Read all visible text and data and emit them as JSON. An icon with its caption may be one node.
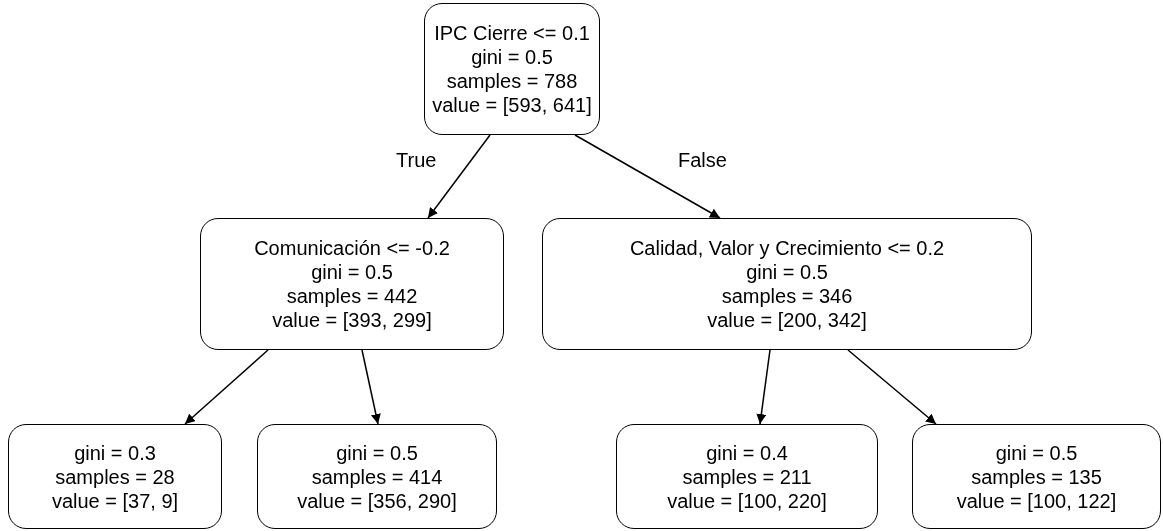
{
  "diagram": {
    "nodes": [
      {
        "text": [
          "IPC Cierre <= 0.1",
          "gini = 0.5",
          "samples = 788",
          "value = [593, 641]"
        ]
      },
      {
        "text": [
          "Comunicación <= -0.2",
          "gini = 0.5",
          "samples = 442",
          "value = [393, 299]"
        ]
      },
      {
        "text": [
          "Calidad, Valor y Crecimiento <= 0.2",
          "gini = 0.5",
          "samples = 346",
          "value = [200, 342]"
        ]
      },
      {
        "text": [
          "gini = 0.3",
          "samples = 28",
          "value = [37, 9]"
        ]
      },
      {
        "text": [
          "gini = 0.5",
          "samples = 414",
          "value = [356, 290]"
        ]
      },
      {
        "text": [
          "gini = 0.4",
          "samples = 211",
          "value = [100, 220]"
        ]
      },
      {
        "text": [
          "gini = 0.5",
          "samples = 135",
          "value = [100, 122]"
        ]
      }
    ],
    "edges": [
      {
        "from": 0,
        "to": 1,
        "arrow": "to",
        "label": "True"
      },
      {
        "from": 0,
        "to": 2,
        "arrow": "to",
        "label": "False"
      },
      {
        "from": 1,
        "to": 3,
        "arrow": "to"
      },
      {
        "from": 1,
        "to": 4,
        "arrow": "to"
      },
      {
        "from": 2,
        "to": 5,
        "arrow": "to"
      },
      {
        "from": 2,
        "to": 6,
        "arrow": "to"
      }
    ]
  }
}
